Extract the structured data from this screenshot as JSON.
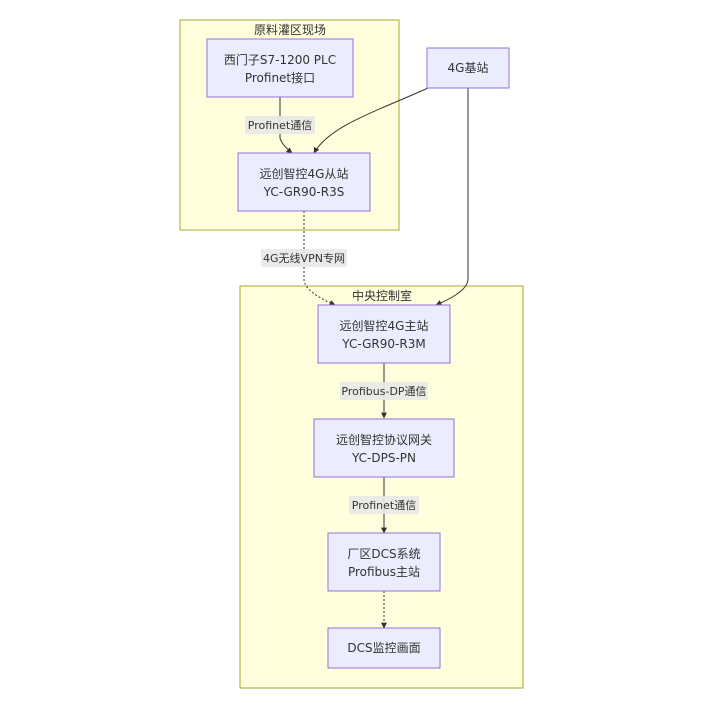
{
  "clusters": {
    "site": "原料灌区现场",
    "control": "中央控制室"
  },
  "nodes": {
    "plc": [
      "西门子S7-1200 PLC",
      "Profinet接口"
    ],
    "slave": [
      "远创智控4G从站",
      "YC-GR90-R3S"
    ],
    "base": [
      "4G基站"
    ],
    "master": [
      "远创智控4G主站",
      "YC-GR90-R3M"
    ],
    "gateway": [
      "远创智控协议网关",
      "YC-DPS-PN"
    ],
    "dcs": [
      "厂区DCS系统",
      "Profibus主站"
    ],
    "monitor": [
      "DCS监控画面"
    ]
  },
  "edges": {
    "plc_slave": "Profinet通信",
    "slave_master": "4G无线VPN专网",
    "master_gateway": "Profibus-DP通信",
    "gateway_dcs": "Profinet通信"
  }
}
